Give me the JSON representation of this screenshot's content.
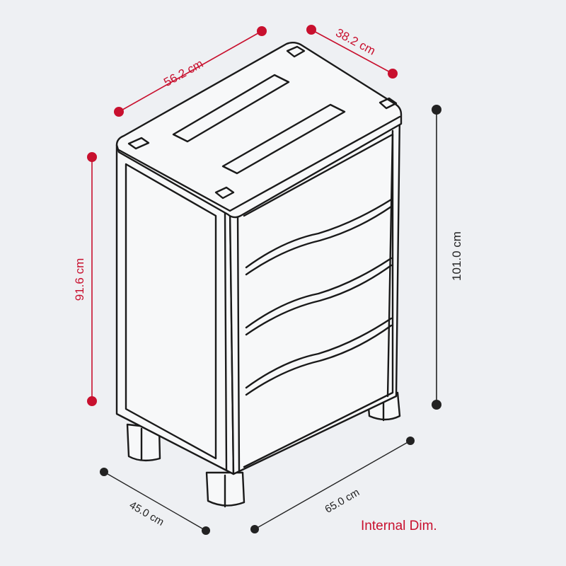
{
  "colors": {
    "accent": "#c8102e",
    "line": "#1a1a1a",
    "background": "#eef0f3"
  },
  "dimensions": {
    "top_width": "56.2 cm",
    "top_depth": "38.2 cm",
    "internal_height": "91.6 cm",
    "total_height": "101.0 cm",
    "base_depth": "45.0 cm",
    "base_width": "65.0 cm"
  },
  "note": "Internal Dim."
}
